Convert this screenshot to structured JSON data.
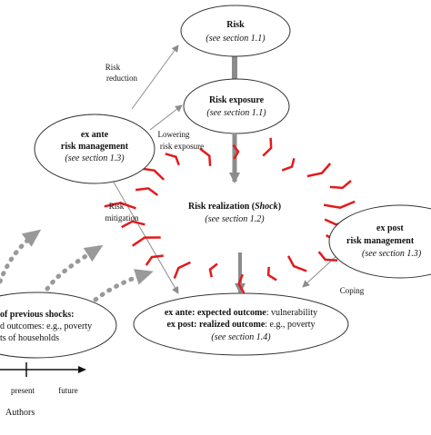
{
  "diagram": {
    "nodes": {
      "risk": {
        "title": "Risk",
        "ref": "(see section 1.1)"
      },
      "exposure": {
        "title": "Risk exposure",
        "ref": "(see section 1.1)"
      },
      "exante": {
        "line1": "ex ante",
        "line2": "risk management",
        "ref": "(see section 1.3)"
      },
      "realization": {
        "prefix": "Risk realization (",
        "shock": "Shock",
        "suffix": ")",
        "ref": "(see section 1.2)"
      },
      "expost": {
        "line1": "ex post",
        "line2": "risk management",
        "ref": "(see section 1.3)"
      },
      "outcome": {
        "line1_bold": "ex ante: expected outcome",
        "line1_rest": ": vulnerability",
        "line2_bold": "ex post: realized outcome",
        "line2_rest": ": e.g., poverty",
        "ref": "(see section 1.4)"
      },
      "previous": {
        "line1": "of previous shocks:",
        "line2": "d outcomes: e.g., poverty",
        "line3": "ts of households"
      }
    },
    "edge_labels": {
      "risk_reduction_1": "Risk",
      "risk_reduction_2": "reduction",
      "lowering_1": "Lowering",
      "lowering_2": "risk exposure",
      "mitigation_1": "Risk",
      "mitigation_2": "mitigation",
      "coping": "Coping"
    },
    "timeline": {
      "present": "present",
      "future": "future"
    },
    "source": "Authors",
    "colors": {
      "shock_red": "#e31a1c",
      "arrow_gray": "#8c8c8c",
      "dotted_gray": "#999999"
    }
  }
}
